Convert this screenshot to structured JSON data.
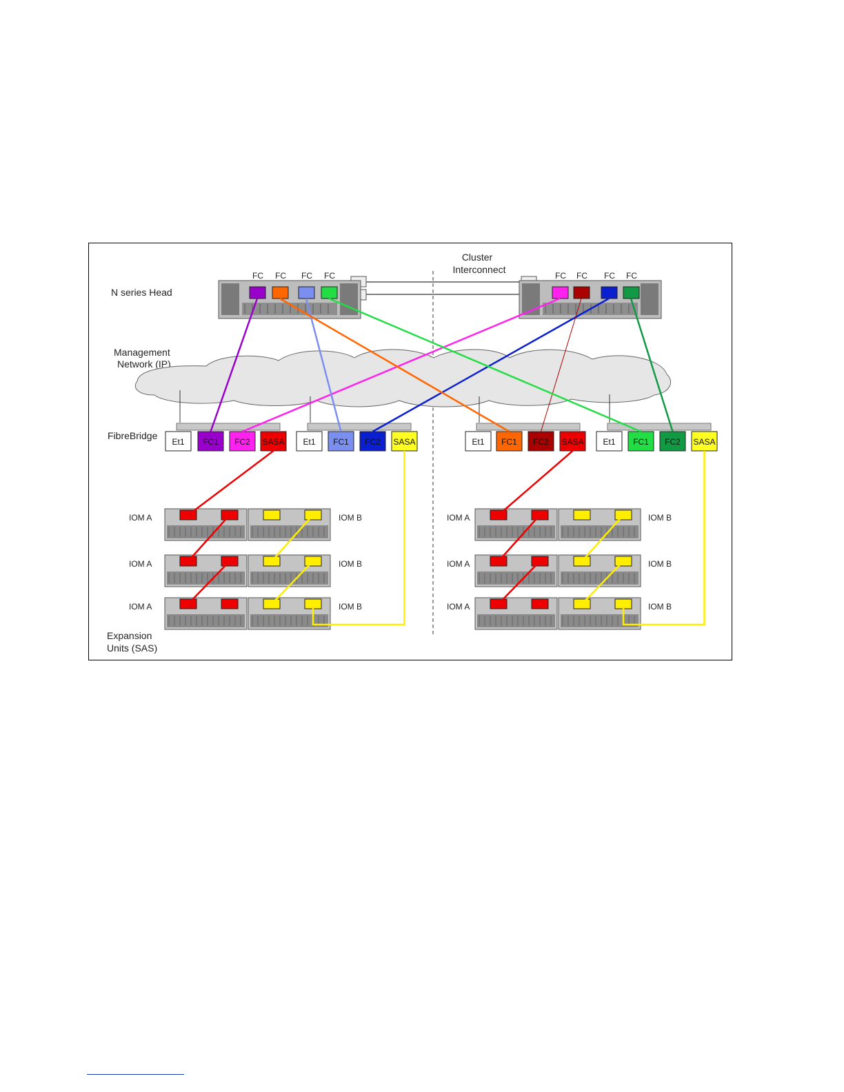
{
  "labels": {
    "cluster_interconnect_1": "Cluster",
    "cluster_interconnect_2": "Interconnect",
    "n_series_head": "N series Head",
    "management_1": "Management",
    "management_2": "Network (IP)",
    "fibrebridge": "FibreBridge",
    "expansion_1": "Expansion",
    "expansion_2": "Units (SAS)",
    "iom_a": "IOM A",
    "iom_b": "IOM B",
    "fc": "FC"
  },
  "heads": [
    {
      "id": "left",
      "ports": [
        {
          "label": "FC",
          "color": "#9900cc"
        },
        {
          "label": "FC",
          "color": "#ff6600"
        },
        {
          "label": "FC",
          "color": "#7b8ff0"
        },
        {
          "label": "FC",
          "color": "#22dd44"
        }
      ]
    },
    {
      "id": "right",
      "ports": [
        {
          "label": "FC",
          "color": "#ff22ee"
        },
        {
          "label": "FC",
          "color": "#aa0000"
        },
        {
          "label": "FC",
          "color": "#0a1fd0"
        },
        {
          "label": "FC",
          "color": "#119944"
        }
      ]
    }
  ],
  "bridges": [
    {
      "id": "b1",
      "ports": [
        {
          "label": "Et1",
          "color": "#ffffff"
        },
        {
          "label": "FC1",
          "color": "#9900cc"
        },
        {
          "label": "FC2",
          "color": "#ff22ee"
        },
        {
          "label": "SASA",
          "color": "#ee0000"
        }
      ]
    },
    {
      "id": "b2",
      "ports": [
        {
          "label": "Et1",
          "color": "#ffffff"
        },
        {
          "label": "FC1",
          "color": "#7b8ff0"
        },
        {
          "label": "FC2",
          "color": "#0a1fd0"
        },
        {
          "label": "SASA",
          "color": "#ffff22"
        }
      ]
    },
    {
      "id": "b3",
      "ports": [
        {
          "label": "Et1",
          "color": "#ffffff"
        },
        {
          "label": "FC1",
          "color": "#ff6600"
        },
        {
          "label": "FC2",
          "color": "#aa0000"
        },
        {
          "label": "SASA",
          "color": "#ee0000"
        }
      ]
    },
    {
      "id": "b4",
      "ports": [
        {
          "label": "Et1",
          "color": "#ffffff"
        },
        {
          "label": "FC1",
          "color": "#22dd44"
        },
        {
          "label": "FC2",
          "color": "#119944"
        },
        {
          "label": "SASA",
          "color": "#ffff22"
        }
      ]
    }
  ],
  "cable_colors": {
    "sas_a": "#ee0000",
    "sas_b": "#ffee00",
    "management": "#333333",
    "cluster": "#333333"
  }
}
